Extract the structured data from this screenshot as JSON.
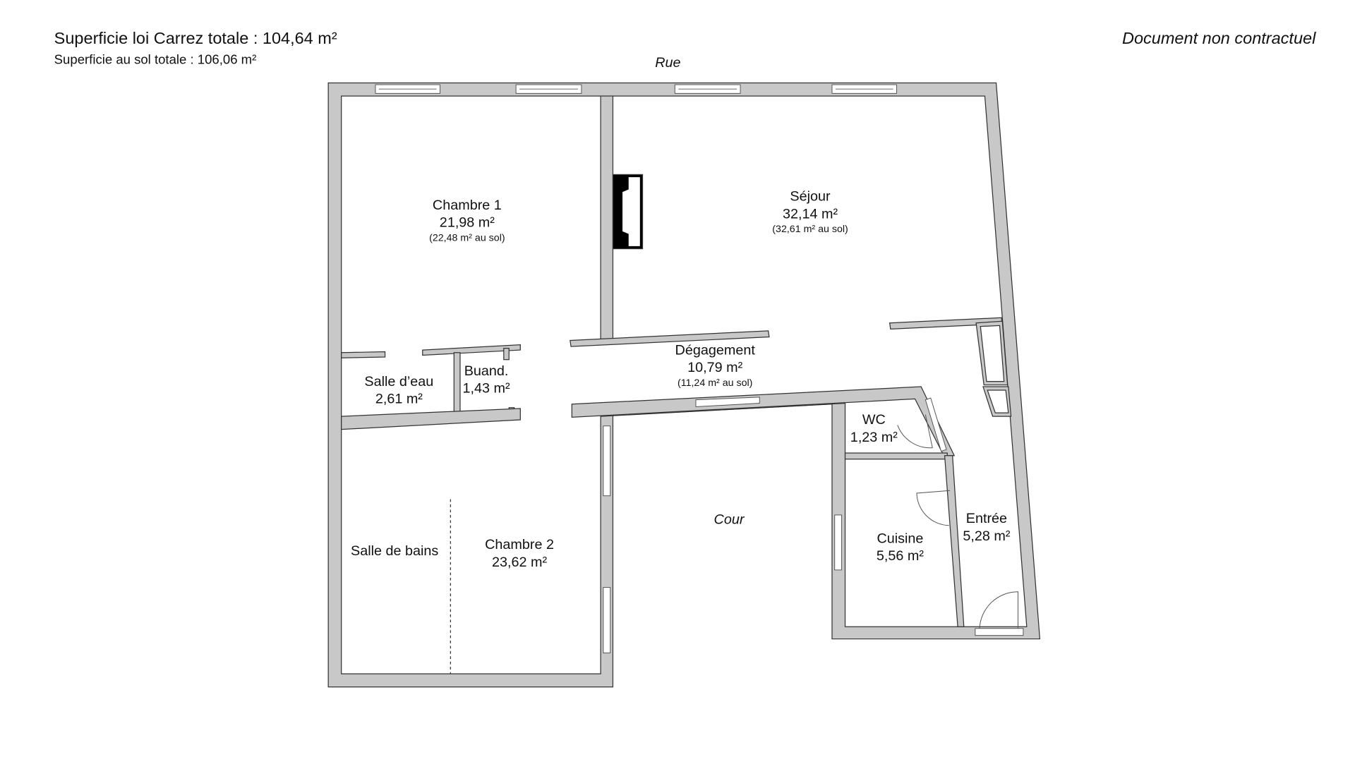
{
  "header": {
    "carrez_total": "Superficie loi Carrez totale :  104,64 m²",
    "sol_total": "Superficie au sol totale :  106,06 m²",
    "disclaimer": "Document non contractuel"
  },
  "labels": {
    "street": "Rue",
    "courtyard": "Cour"
  },
  "rooms": {
    "chambre1": {
      "name": "Chambre 1",
      "area": "21,98 m²",
      "floor": "(22,48 m² au sol)"
    },
    "sejour": {
      "name": "Séjour",
      "area": "32,14 m²",
      "floor": "(32,61 m² au sol)"
    },
    "degagement": {
      "name": "Dégagement",
      "area": "10,79 m²",
      "floor": "(11,24 m² au sol)"
    },
    "salle_eau": {
      "name": "Salle d’eau",
      "area": "2,61 m²"
    },
    "buanderie": {
      "name": "Buand.",
      "area": "1,43 m²"
    },
    "wc": {
      "name": "WC",
      "area": "1,23 m²"
    },
    "cuisine": {
      "name": "Cuisine",
      "area": "5,56 m²"
    },
    "entree": {
      "name": "Entrée",
      "area": "5,28 m²"
    },
    "salle_bains": {
      "name": "Salle de bains"
    },
    "chambre2": {
      "name": "Chambre 2",
      "area": "23,62 m²"
    }
  }
}
